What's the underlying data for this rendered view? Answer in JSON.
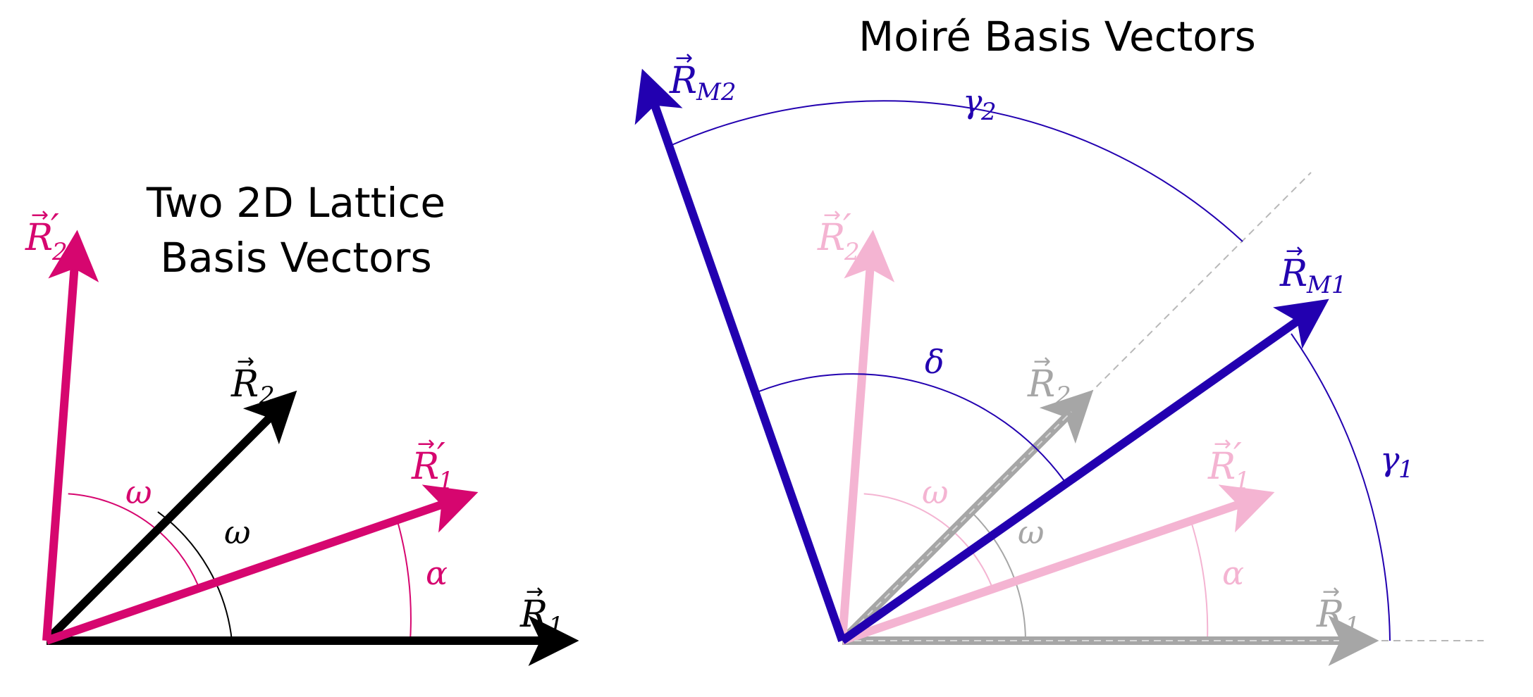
{
  "colors": {
    "black": "#000000",
    "magenta": "#d6066f",
    "pink_faded": "#f4b4d2",
    "gray": "#a6a6a6",
    "blue": "#2200b0",
    "dashed": "#b8b8b8"
  },
  "left_panel": {
    "title_line1": "Two 2D Lattice",
    "title_line2": "Basis Vectors",
    "labels": {
      "R1": "R",
      "R1_sub": "1",
      "R2": "R",
      "R2_sub": "2",
      "R1p": "R",
      "R1p_sub": "1",
      "prime": "′",
      "R2p": "R",
      "R2p_sub": "2",
      "omega_pink": "ω",
      "omega_black": "ω",
      "alpha": "α"
    }
  },
  "right_panel": {
    "title": "Moiré Basis Vectors",
    "labels": {
      "RM1": "R",
      "RM1_sub": "M1",
      "RM2": "R",
      "RM2_sub": "M2",
      "R1": "R",
      "R1_sub": "1",
      "R2": "R",
      "R2_sub": "2",
      "R1p": "R",
      "R1p_sub": "1",
      "R2p": "R",
      "R2p_sub": "2",
      "prime": "′",
      "omega_pink": "ω",
      "omega_gray": "ω",
      "alpha": "α",
      "delta": "δ",
      "gamma1": "γ",
      "gamma1_sub": "1",
      "gamma2": "γ",
      "gamma2_sub": "2"
    }
  }
}
